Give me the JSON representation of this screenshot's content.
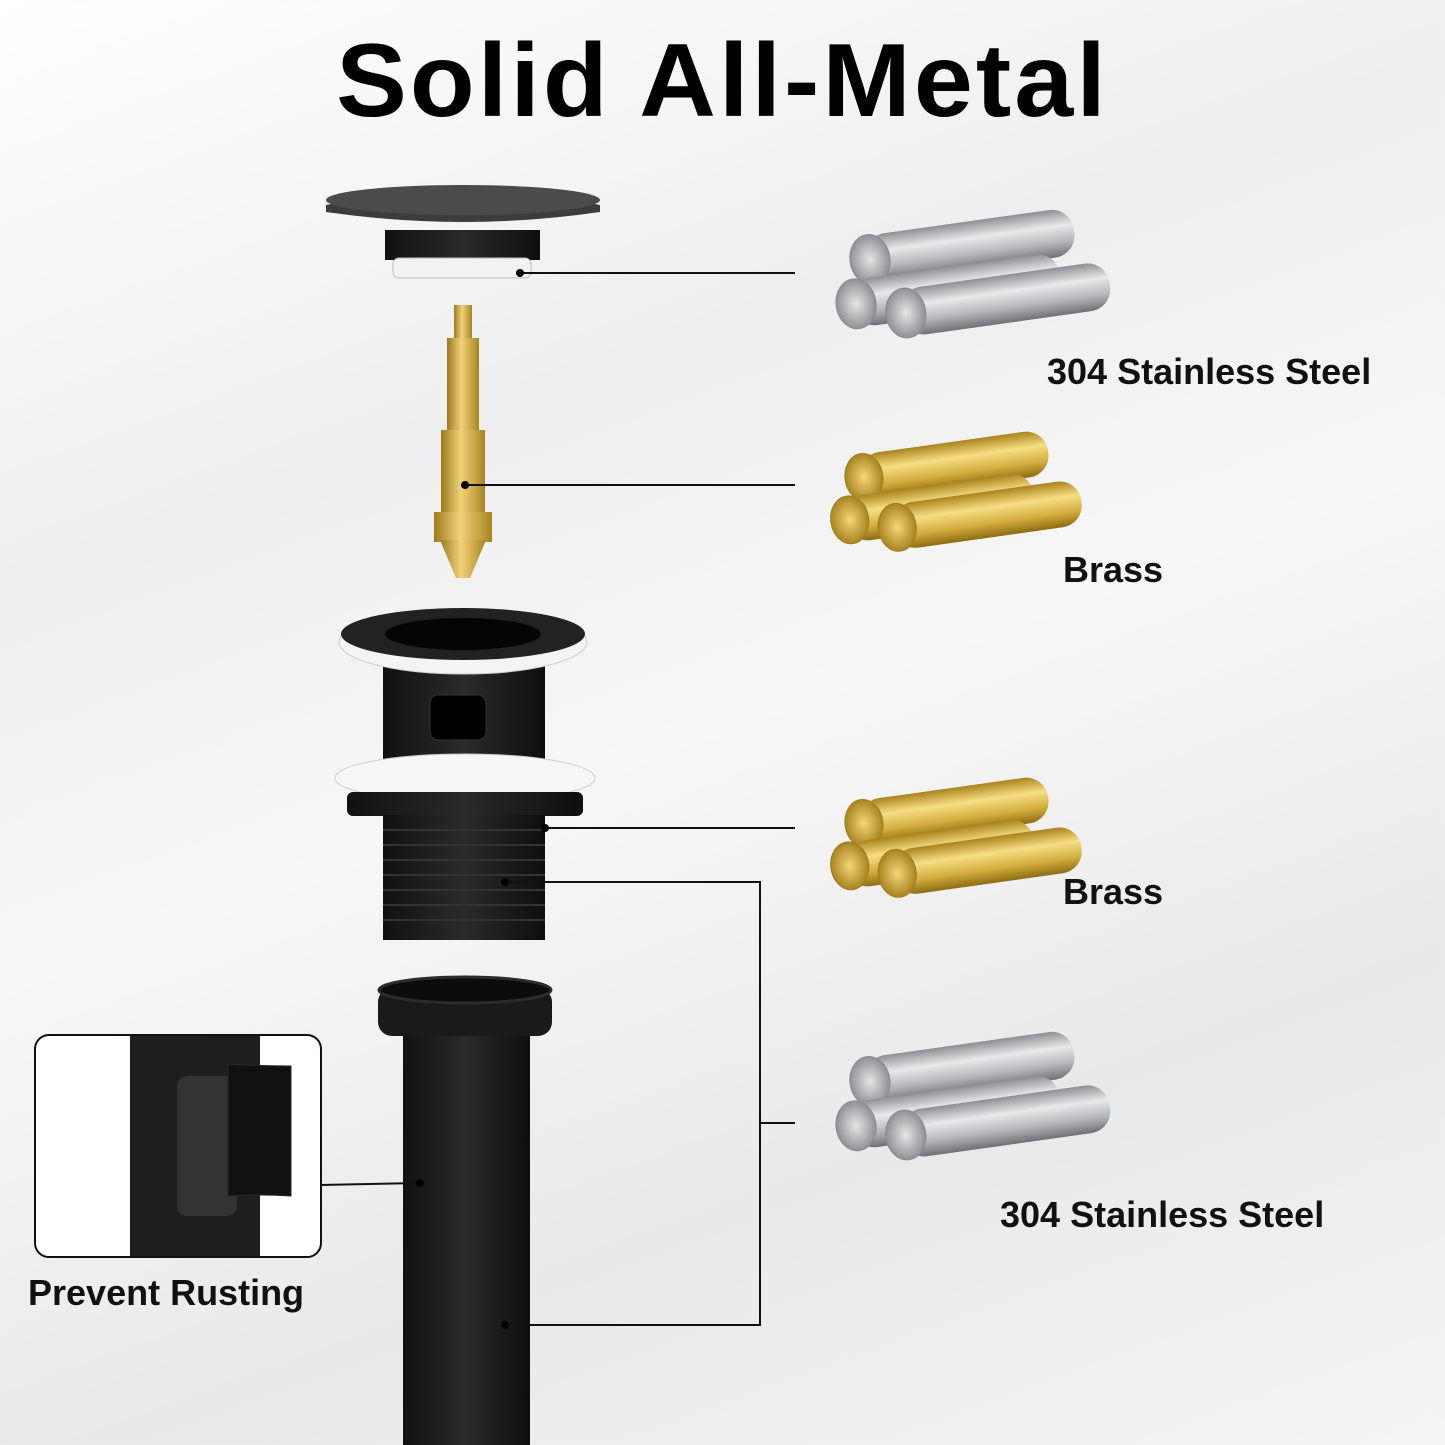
{
  "title": "Solid All-Metal",
  "components": [
    {
      "part": "stopper-cap",
      "material": "304 Stainless Steel",
      "material_color": "#b8b9bb"
    },
    {
      "part": "stem",
      "material": "Brass",
      "material_color": "#d4b24a"
    },
    {
      "part": "drain-body",
      "material": "Brass",
      "material_color": "#d4b24a"
    },
    {
      "part": "thread-and-tailpipe",
      "material": "304 Stainless Steel",
      "material_color": "#b8b9bb"
    }
  ],
  "inset": {
    "caption": "Prevent Rusting"
  },
  "colors": {
    "finish": "#1c1c1c",
    "text": "#111111",
    "brass": "#d4b24a",
    "steel": "#b8b9bb"
  }
}
